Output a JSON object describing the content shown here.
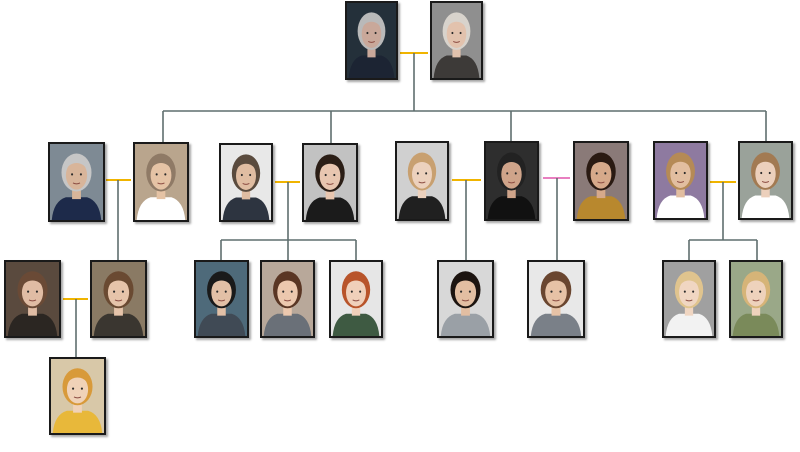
{
  "colors": {
    "line": "#5f6e6e",
    "marriage": "#f0b400",
    "partner": "#e87fc0"
  },
  "people": [
    {
      "id": "gen1-man",
      "icon": "elderly-man-portrait-icon",
      "hair": "#b9b9b9",
      "skin": "#c9a89a",
      "bg": "#24303a",
      "shirt": "#1c2433"
    },
    {
      "id": "gen1-woman",
      "icon": "elderly-woman-portrait-icon",
      "hair": "#d8d3cc",
      "skin": "#e2c2ad",
      "bg": "#8f8f8f",
      "shirt": "#3d3a38"
    },
    {
      "id": "gen2-man-a",
      "icon": "grey-haired-man-portrait-icon",
      "hair": "#c6c6c6",
      "skin": "#d8b59a",
      "bg": "#7e8a94",
      "shirt": "#1d2a4a"
    },
    {
      "id": "gen2-woman-a",
      "icon": "woman-with-glasses-portrait-icon",
      "hair": "#8f7a66",
      "skin": "#e5c3a5",
      "bg": "#b9a58d",
      "shirt": "#ffffff"
    },
    {
      "id": "gen2-man-b",
      "icon": "man-with-glasses-portrait-icon",
      "hair": "#5a4b3e",
      "skin": "#e0bda2",
      "bg": "#e8e8e8",
      "shirt": "#2d3440"
    },
    {
      "id": "gen2-woman-b",
      "icon": "dark-haired-woman-portrait-icon",
      "hair": "#2b1e16",
      "skin": "#e8c6b0",
      "bg": "#c2c2c2",
      "shirt": "#1b1b1b"
    },
    {
      "id": "gen2-woman-c",
      "icon": "blonde-woman-portrait-icon",
      "hair": "#c8a070",
      "skin": "#ecd1bd",
      "bg": "#d0d0d0",
      "shirt": "#202020"
    },
    {
      "id": "gen2-man-c",
      "icon": "man-in-suit-portrait-icon",
      "hair": "#222222",
      "skin": "#cfa48a",
      "bg": "#2e2e2e",
      "shirt": "#111111"
    },
    {
      "id": "gen2-woman-d",
      "icon": "brunette-woman-portrait-icon",
      "hair": "#2a1a12",
      "skin": "#d6a98a",
      "bg": "#8a7a78",
      "shirt": "#b8882e"
    },
    {
      "id": "gen2-man-d",
      "icon": "young-man-portrait-icon",
      "hair": "#b58a56",
      "skin": "#e2bea0",
      "bg": "#8e7aa0",
      "shirt": "#ffffff"
    },
    {
      "id": "gen2-woman-e",
      "icon": "young-woman-portrait-icon",
      "hair": "#a27a52",
      "skin": "#ecd0bc",
      "bg": "#9aa29a",
      "shirt": "#ffffff"
    },
    {
      "id": "gen3-man-a",
      "icon": "shaggy-haired-man-portrait-icon",
      "hair": "#6a4a36",
      "skin": "#e0bca4",
      "bg": "#5a4a3e",
      "shirt": "#2b2622"
    },
    {
      "id": "gen3-woman-a",
      "icon": "short-haired-woman-portrait-icon",
      "hair": "#6a4a32",
      "skin": "#e6c4aa",
      "bg": "#8a7a64",
      "shirt": "#3a3630"
    },
    {
      "id": "gen3-boy-a",
      "icon": "boy-with-glasses-portrait-icon",
      "hair": "#1a1a1a",
      "skin": "#e2c0a6",
      "bg": "#4e6a7a",
      "shirt": "#404a55"
    },
    {
      "id": "gen3-girl-a",
      "icon": "girl-with-bangs-portrait-icon",
      "hair": "#5a3624",
      "skin": "#ecc8ae",
      "bg": "#b8a89a",
      "shirt": "#6a7078"
    },
    {
      "id": "gen3-girl-b",
      "icon": "red-haired-girl-portrait-icon",
      "hair": "#b8542a",
      "skin": "#f0d0ba",
      "bg": "#e6e6e6",
      "shirt": "#3e5a42"
    },
    {
      "id": "gen3-boy-b",
      "icon": "curly-haired-boy-portrait-icon",
      "hair": "#1c1410",
      "skin": "#e2bea2",
      "bg": "#d8d8d8",
      "shirt": "#9aa0a6"
    },
    {
      "id": "gen3-boy-c",
      "icon": "smiling-boy-portrait-icon",
      "hair": "#6a4630",
      "skin": "#e6c2a6",
      "bg": "#e8e8e8",
      "shirt": "#7a8088"
    },
    {
      "id": "gen3-boy-d",
      "icon": "blonde-boy-portrait-icon",
      "hair": "#e0c48e",
      "skin": "#f0d6c2",
      "bg": "#a0a0a0",
      "shirt": "#f2f2f2"
    },
    {
      "id": "gen3-boy-e",
      "icon": "blonde-child-portrait-icon",
      "hair": "#d6b478",
      "skin": "#eed2bc",
      "bg": "#9aa888",
      "shirt": "#7a8a5a"
    },
    {
      "id": "gen4-baby",
      "icon": "baby-girl-portrait-icon",
      "hair": "#d89a3a",
      "skin": "#f0d2b8",
      "bg": "#d8c8a8",
      "shirt": "#e8b83a"
    }
  ]
}
